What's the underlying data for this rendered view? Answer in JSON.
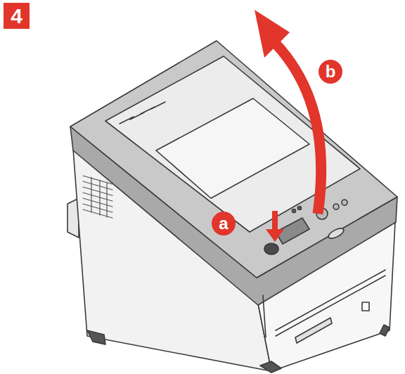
{
  "diagram": {
    "labels": [
      "4",
      "a",
      "b"
    ]
  }
}
